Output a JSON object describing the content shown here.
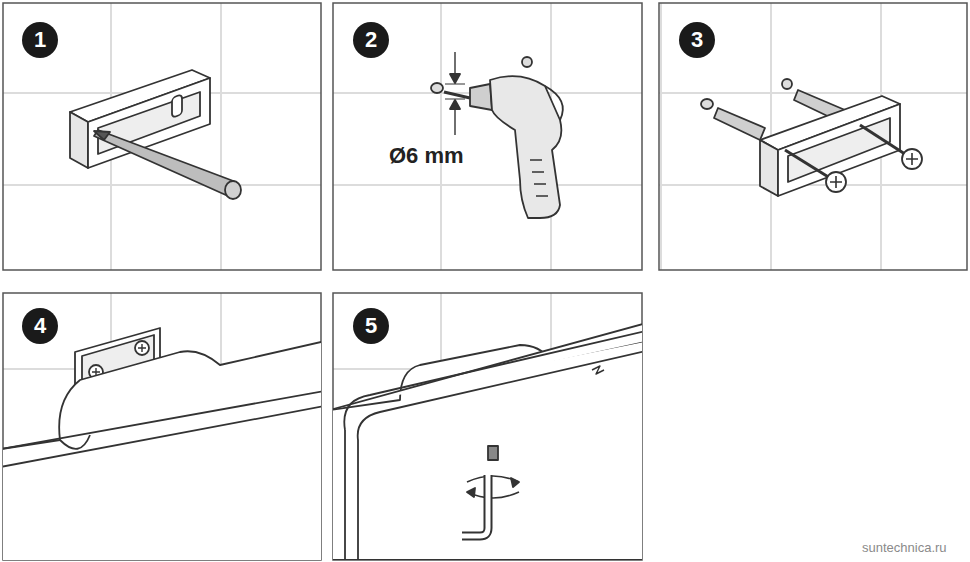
{
  "diagram": {
    "nodes": [
      {
        "text": [
          "1"
        ]
      },
      {
        "text": [
          "2"
        ]
      },
      {
        "text": [
          "3"
        ]
      },
      {
        "text": [
          "4"
        ]
      },
      {
        "text": [
          "5"
        ]
      }
    ],
    "labels": [
      "Ø6 mm",
      "suntechnica.ru"
    ]
  }
}
